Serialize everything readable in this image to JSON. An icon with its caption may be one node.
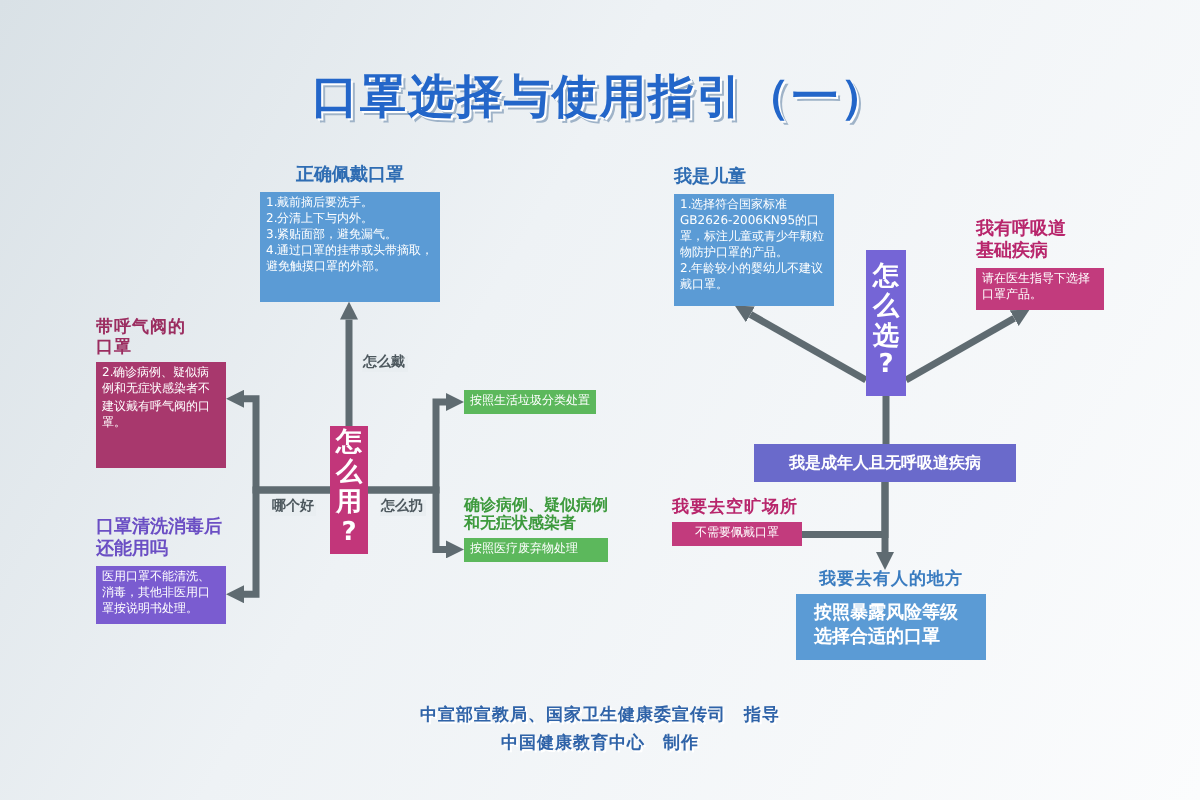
{
  "diagram": {
    "title": "口罩选择与使用指引（一）",
    "nodes": [
      {
        "text": [
          "正确佩戴口罩",
          "1.戴前摘后要洗手。",
          "2.分清上下与内外。",
          "3.紧贴面部，避免漏气。",
          "4.通过口罩的挂带或头带摘取，避免触摸口罩的外部。"
        ]
      },
      {
        "text": [
          "我是儿童",
          "1.选择符合国家标准GB2626-2006KN95的口罩，标注儿童或青少年颗粒物防护口罩的产品。",
          "2.年龄较小的婴幼儿不建议戴口罩。"
        ]
      },
      {
        "text": [
          "怎么选?"
        ]
      },
      {
        "text": [
          "我有呼吸道基础疾病",
          "请在医生指导下选择口罩产品。"
        ]
      },
      {
        "text": [
          "带呼气阀的口罩",
          "2.确诊病例、疑似病例和无症状感染者不建议戴有呼气阀的口罩。"
        ]
      },
      {
        "text": [
          "怎么用?"
        ]
      },
      {
        "text": [
          "按照生活垃圾分类处置"
        ]
      },
      {
        "text": [
          "我是成年人且无呼吸道疾病"
        ]
      },
      {
        "text": [
          "口罩清洗消毒后还能用吗",
          "医用口罩不能清洗、消毒，其他非医用口罩按说明书处理。"
        ]
      },
      {
        "text": [
          "确诊病例、疑似病例和无症状感染者",
          "按照医疗废弃物处理"
        ]
      },
      {
        "text": [
          "我要去空旷场所",
          "不需要佩戴口罩"
        ]
      },
      {
        "text": [
          "我要去有人的地方",
          "按照暴露风险等级选择合适的口罩"
        ]
      }
    ],
    "edges": [
      {
        "from": 5,
        "to": 0,
        "arrow": "to",
        "label": "怎么戴"
      },
      {
        "from": 5,
        "to": 4,
        "arrow": "to",
        "label": "哪个好"
      },
      {
        "from": 5,
        "to": 8,
        "arrow": "to"
      },
      {
        "from": 5,
        "to": 6,
        "arrow": "to",
        "label": "怎么扔"
      },
      {
        "from": 5,
        "to": 9,
        "arrow": "to"
      },
      {
        "from": 2,
        "to": 1,
        "arrow": "to"
      },
      {
        "from": 2,
        "to": 3,
        "arrow": "to"
      },
      {
        "from": 2,
        "to": 7,
        "arrow": "none"
      },
      {
        "from": 7,
        "to": 10,
        "arrow": "none"
      },
      {
        "from": 7,
        "to": 11,
        "arrow": "to"
      }
    ],
    "labels": [
      "中宣部宣教局、国家卫生健康委宣传司　指导",
      "中国健康教育中心　制作"
    ]
  }
}
